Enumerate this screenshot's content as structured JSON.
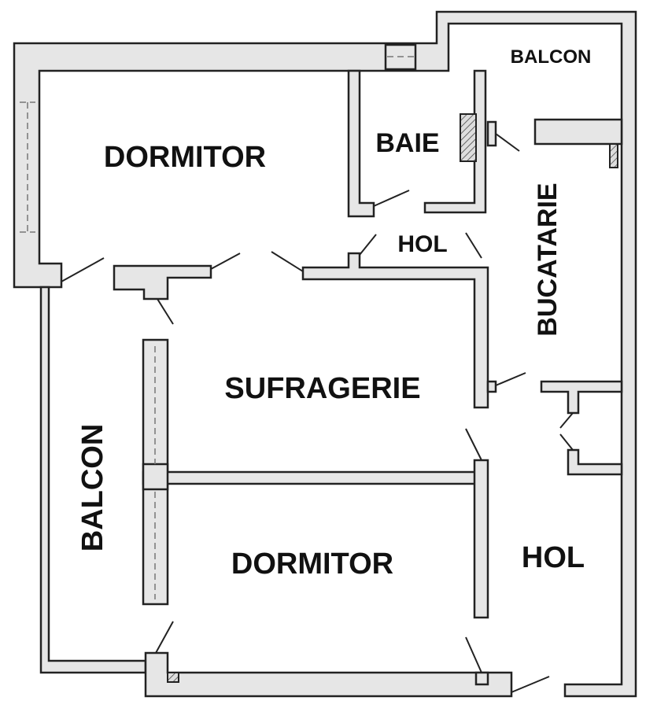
{
  "plan": {
    "rooms": {
      "dormitor_top": "DORMITOR",
      "baie": "BAIE",
      "balcon_top": "BALCON",
      "hol_top": "HOL",
      "bucatarie": "BUCATARIE",
      "sufragerie": "SUFRAGERIE",
      "balcon_left": "BALCON",
      "dormitor_bottom": "DORMITOR",
      "hol_bottom": "HOL"
    },
    "colors": {
      "wall": "#e6e6e6",
      "outline": "#222222"
    }
  }
}
